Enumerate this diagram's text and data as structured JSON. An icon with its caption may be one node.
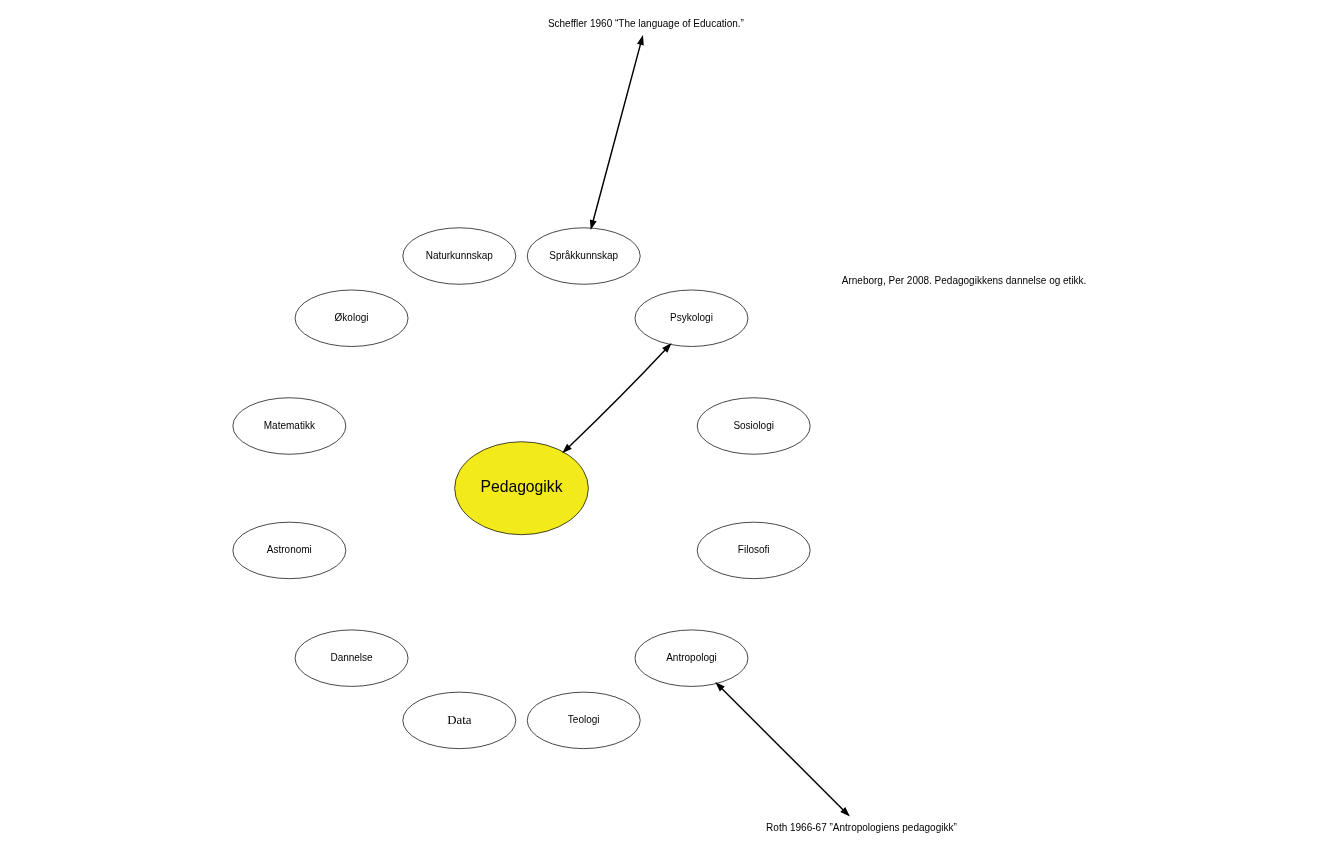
{
  "diagram": {
    "nodes": [
      {
        "text": [
          "Pedagogikk"
        ]
      },
      {
        "text": [
          "Sosiologi"
        ]
      },
      {
        "text": [
          "Psykologi"
        ]
      },
      {
        "text": [
          "Språkkunnskap"
        ]
      },
      {
        "text": [
          "Naturkunnskap"
        ]
      },
      {
        "text": [
          "Økologi"
        ]
      },
      {
        "text": [
          "Matematikk"
        ]
      },
      {
        "text": [
          "Astronomi"
        ]
      },
      {
        "text": [
          "Dannelse"
        ]
      },
      {
        "text": [
          "Data"
        ]
      },
      {
        "text": [
          "Teologi"
        ]
      },
      {
        "text": [
          "Antropologi"
        ]
      },
      {
        "text": [
          "Filosofi"
        ]
      },
      {
        "text": [
          "Roth 1966-67 ”Antropologiens pedagogikk”"
        ]
      },
      {
        "text": [
          "Scheffler 1960 “The language of Education.”"
        ]
      }
    ],
    "edges": [
      {
        "from": 13,
        "to": 11,
        "arrow": "both"
      },
      {
        "from": 14,
        "to": 3,
        "arrow": "both"
      },
      {
        "from": 2,
        "to": 0,
        "arrow": "both"
      }
    ],
    "labels": [
      "Arneborg, Per 2008. Pedagogikkens dannelse og etikk."
    ]
  }
}
